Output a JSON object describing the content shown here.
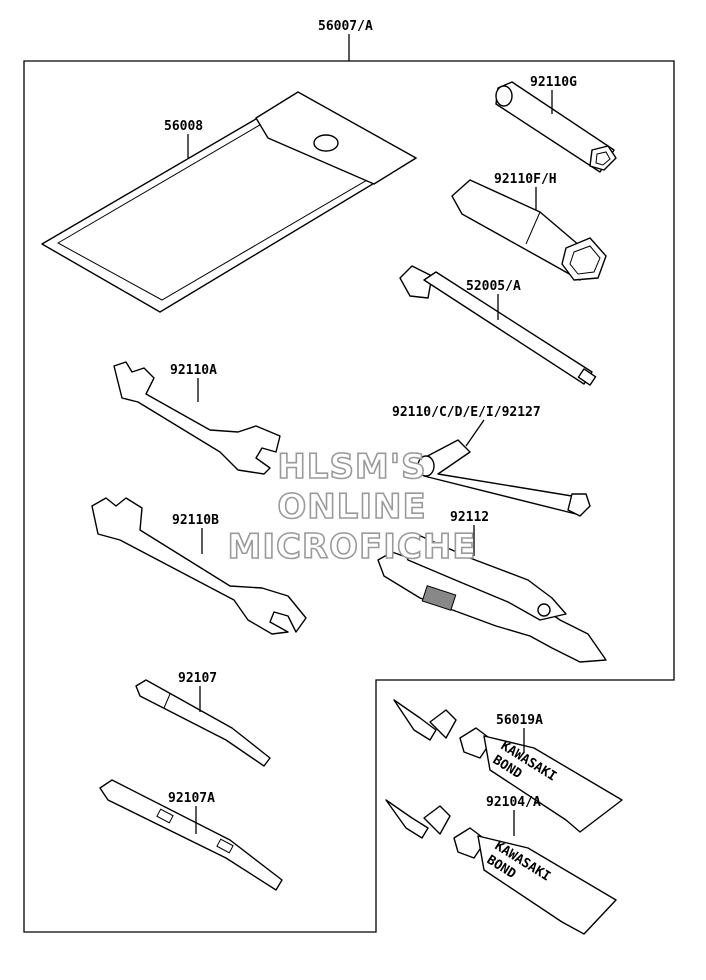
{
  "diagram": {
    "labels": {
      "kit": "56007/A",
      "bag": "56008",
      "plug_wrench_small": "92110G",
      "plug_wrench_large": "92110F/H",
      "extension_bar": "52005/A",
      "hex_wrenches": "92110/C/D/E/I/92127",
      "wrench_a": "92110A",
      "wrench_b": "92110B",
      "pliers": "92112",
      "screwdriver_phillips": "92107",
      "screwdriver_flat": "92107A",
      "bond_1": "56019A",
      "bond_2": "92104/A"
    },
    "tube_text_top": "KAWASAKI",
    "tube_text_bottom": "BOND",
    "watermark": [
      "HLSM'S",
      "ONLINE",
      "MICROFICHE"
    ]
  }
}
